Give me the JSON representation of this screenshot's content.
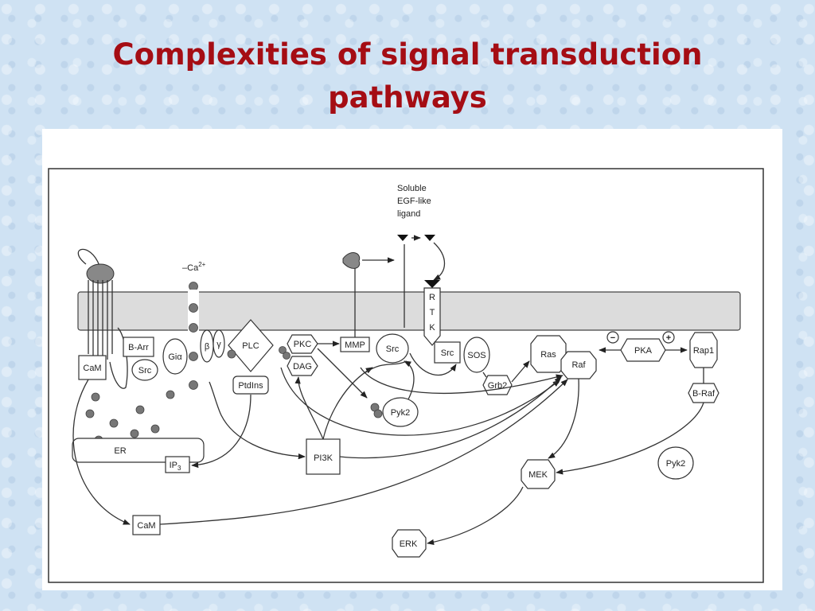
{
  "slide": {
    "title_line1": "Complexities of signal transduction",
    "title_line2": "pathways"
  },
  "diagram": {
    "ligand": {
      "line1": "Soluble",
      "line2": "EGF-like",
      "line3": "ligand"
    },
    "ca_label": "Ca",
    "ca_sup": "2+",
    "ca_prefix": "–",
    "rtk": {
      "r": "R",
      "t": "T",
      "k": "K"
    },
    "nodes": {
      "cam_top": "CaM",
      "b_arr": "B-Arr",
      "src_left": "Src",
      "gi_alpha": "Giα",
      "beta": "β",
      "gamma": "γ",
      "plc": "PLC",
      "ptdins": "PtdIns",
      "pkc": "PKC",
      "dag": "DAG",
      "mmp": "MMP",
      "src_mid": "Src",
      "src_rtk": "Src",
      "sos": "SOS",
      "grb2": "Grb2",
      "pyk2_mid": "Pyk2",
      "ras": "Ras",
      "raf": "Raf",
      "pka": "PKA",
      "minus": "−",
      "plus": "+",
      "rap1": "Rap1",
      "b_raf": "B-Raf",
      "er": "ER",
      "ip3": "IP",
      "ip3_sub": "3",
      "pi3k": "PI3K",
      "mek": "MEK",
      "pyk2_right": "Pyk2",
      "cam_bottom": "CaM",
      "erk": "ERK"
    }
  },
  "colors": {
    "title": "#a50d14",
    "background": "#cfe2f3",
    "membrane": "#dcdcdc",
    "dots": "#777777"
  }
}
